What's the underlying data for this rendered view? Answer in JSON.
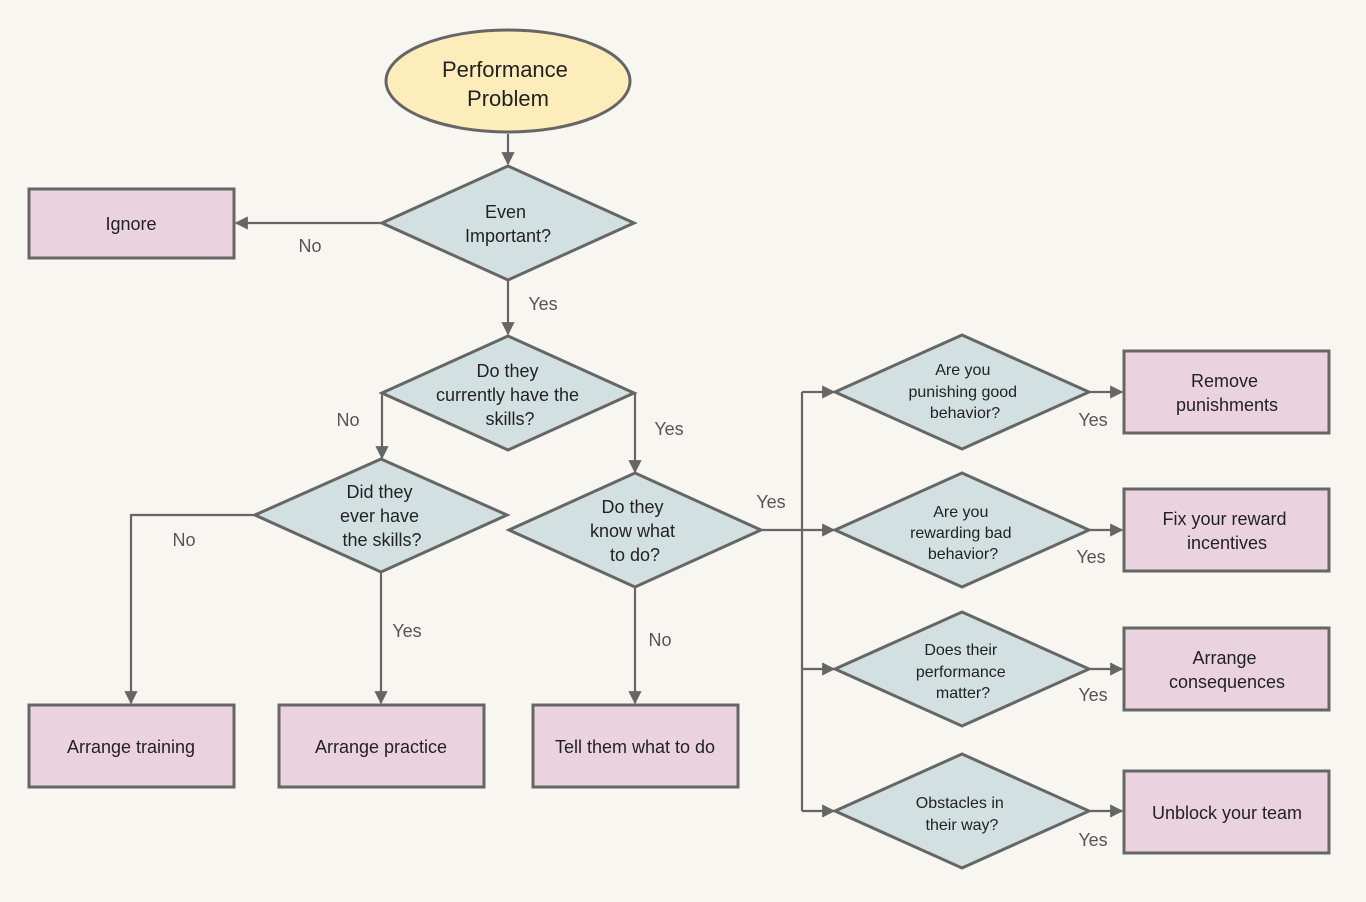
{
  "colors": {
    "background": "#f7f6f0",
    "start_fill": "#fdedbb",
    "decision_fill": "#d2e0e1",
    "action_fill": "#ead3de",
    "stroke": "#666666",
    "text": "#222222"
  },
  "nodes": {
    "start": {
      "lines": [
        "Performance",
        "Problem"
      ]
    },
    "important": {
      "lines": [
        "Even",
        "Important?"
      ]
    },
    "currently_skills": {
      "lines": [
        "Do they",
        "currently have the",
        "skills?"
      ]
    },
    "ever_skills": {
      "lines": [
        "Did they",
        "ever have",
        "the skills?"
      ]
    },
    "know_what": {
      "lines": [
        "Do they",
        "know what",
        "to do?"
      ]
    },
    "punishing": {
      "lines": [
        "Are you",
        "punishing good",
        "behavior?"
      ]
    },
    "rewarding": {
      "lines": [
        "Are you",
        "rewarding bad",
        "behavior?"
      ]
    },
    "matter": {
      "lines": [
        "Does their",
        "performance",
        "matter?"
      ]
    },
    "obstacles": {
      "lines": [
        "Obstacles in",
        "their way?"
      ]
    },
    "ignore": {
      "lines": [
        "Ignore"
      ]
    },
    "training": {
      "lines": [
        "Arrange training"
      ]
    },
    "practice": {
      "lines": [
        "Arrange practice"
      ]
    },
    "tell": {
      "lines": [
        "Tell them what to do"
      ]
    },
    "remove": {
      "lines": [
        "Remove",
        "punishments"
      ]
    },
    "fix": {
      "lines": [
        "Fix your reward",
        "incentives"
      ]
    },
    "consequences": {
      "lines": [
        "Arrange",
        "consequences"
      ]
    },
    "unblock": {
      "lines": [
        "Unblock your team"
      ]
    }
  },
  "edge_labels": {
    "important_no": "No",
    "important_yes": "Yes",
    "currently_no": "No",
    "currently_yes": "Yes",
    "ever_no": "No",
    "ever_yes": "Yes",
    "know_no": "No",
    "know_yes": "Yes",
    "punishing_yes": "Yes",
    "rewarding_yes": "Yes",
    "matter_yes": "Yes",
    "obstacles_yes": "Yes"
  }
}
